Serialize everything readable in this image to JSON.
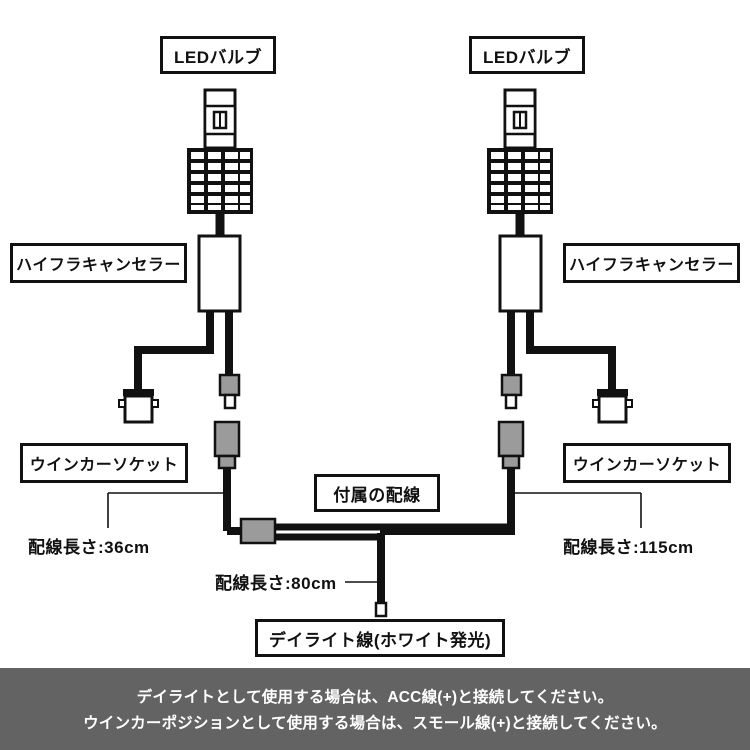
{
  "diagram": {
    "title_alt": "LED daylight / winker position wiring diagram",
    "colors": {
      "background": "#ffffff",
      "wire": "#111111",
      "outline": "#111111",
      "connector_gray": "#9b9b9b",
      "caption_bar": "#636363",
      "caption_text": "#ffffff"
    },
    "labels": {
      "led_bulb_left": "LEDバルブ",
      "led_bulb_right": "LEDバルブ",
      "canceller_left": "ハイフラキャンセラー",
      "canceller_right": "ハイフラキャンセラー",
      "socket_left": "ウインカーソケット",
      "socket_right": "ウインカーソケット",
      "included_harness": "付属の配線",
      "daylight_line": "デイライト線(ホワイト発光)"
    },
    "dimensions": {
      "left_wire_length": "配線長さ:36cm",
      "center_wire_length": "配線長さ:80cm",
      "right_wire_length": "配線長さ:115cm"
    },
    "caption": {
      "line1": "デイライトとして使用する場合は、ACC線(+)と接続してください。",
      "line2": "ウインカーポジションとして使用する場合は、スモール線(+)と接続してください。"
    }
  }
}
